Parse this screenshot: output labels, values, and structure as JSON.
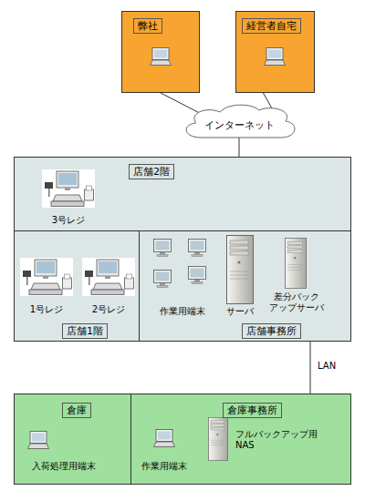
{
  "diagram": {
    "nodes": [
      {
        "text": [
          "弊社"
        ]
      },
      {
        "text": [
          "経営者自宅"
        ]
      },
      {
        "text": [
          "インターネット"
        ]
      },
      {
        "text": [
          "店舗2階"
        ]
      },
      {
        "text": [
          "3号レジ"
        ],
        "in": 3
      },
      {
        "text": [
          "店舗1階"
        ]
      },
      {
        "text": [
          "1号レジ"
        ],
        "in": 5
      },
      {
        "text": [
          "2号レジ"
        ],
        "in": 5
      },
      {
        "text": [
          "店舗事務所"
        ]
      },
      {
        "text": [
          "作業用端末"
        ],
        "in": 8
      },
      {
        "text": [
          "サーバ"
        ],
        "in": 8
      },
      {
        "text": [
          "差分バック アップサーバ"
        ],
        "in": 8
      },
      {
        "text": [
          "倉庫"
        ]
      },
      {
        "text": [
          "入荷処理用端末"
        ],
        "in": 12
      },
      {
        "text": [
          "倉庫事務所"
        ]
      },
      {
        "text": [
          "作業用端末"
        ],
        "in": 14
      },
      {
        "text": [
          "フルバックアップ用 NAS"
        ],
        "in": 14
      }
    ],
    "edges": [
      {
        "from": 0,
        "to": 2,
        "arrow": "none"
      },
      {
        "from": 1,
        "to": 2,
        "arrow": "none"
      },
      {
        "from": 2,
        "to": 3,
        "arrow": "none"
      },
      {
        "from": 8,
        "to": 14,
        "arrow": "none",
        "label": "LAN"
      }
    ]
  }
}
